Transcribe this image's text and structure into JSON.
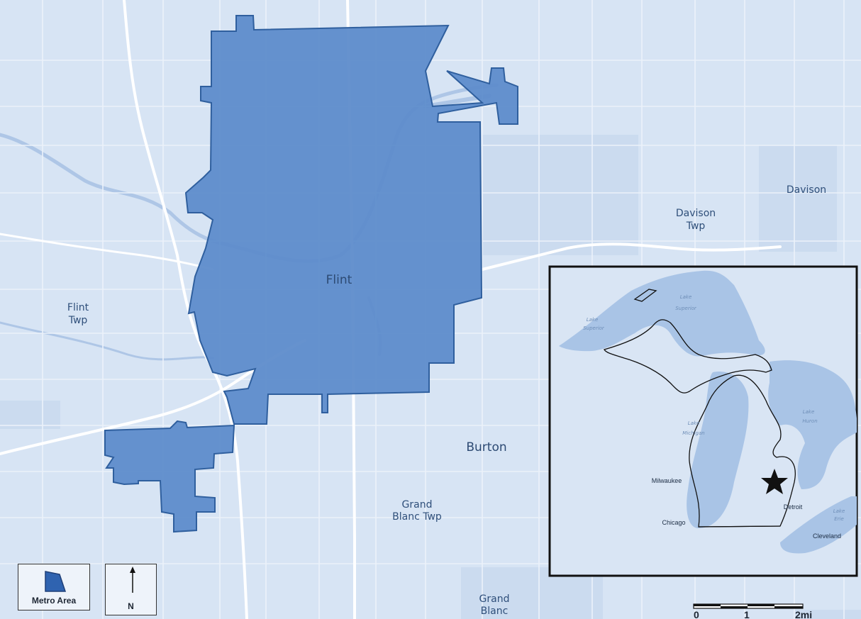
{
  "places": {
    "flint": "Flint",
    "flint_twp_1": "Flint",
    "flint_twp_2": "Twp",
    "burton": "Burton",
    "davison": "Davison",
    "davison_twp_1": "Davison",
    "davison_twp_2": "Twp",
    "grand_blanc_twp_1": "Grand",
    "grand_blanc_twp_2": "Blanc Twp",
    "grand_blanc_1": "Grand",
    "grand_blanc_2": "Blanc"
  },
  "inset": {
    "lakes": {
      "superior_1": "Lake",
      "superior_2": "Superior",
      "superior_w1": "Lake",
      "superior_w2": "Superior",
      "michigan_1": "Lake",
      "michigan_2": "Michigan",
      "huron_1": "Lake",
      "huron_2": "Huron",
      "erie_1": "Lake",
      "erie_2": "Erie"
    },
    "cities": {
      "milwaukee": "Milwaukee",
      "chicago": "Chicago",
      "detroit": "Detroit",
      "cleveland": "Cleveland"
    },
    "marker_icon": "star-icon"
  },
  "legend": {
    "metro_label": "Metro Area",
    "north_label": "N"
  },
  "scale": {
    "labels": [
      "0",
      "1",
      "2mi"
    ]
  },
  "colors": {
    "background": "#d7e4f4",
    "metro_fill": "#5e8ccb",
    "metro_stroke": "#2f5f9e",
    "road": "#ffffff",
    "water": "#aec6e6",
    "inset_land": "#d9e5f4",
    "inset_water": "#a9c4e6"
  }
}
